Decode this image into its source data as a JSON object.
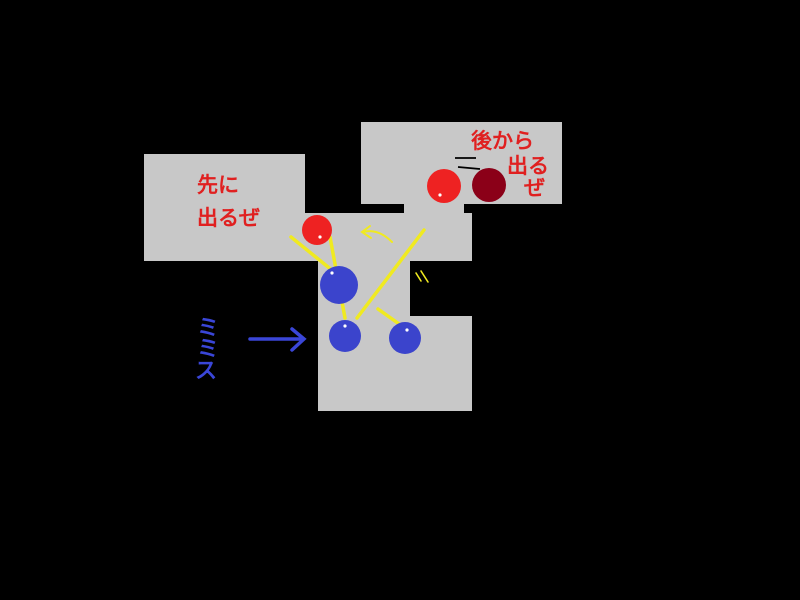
{
  "colors": {
    "background": "#000000",
    "room": "#c8c8c8",
    "enemy_red": "#ee2222",
    "enemy_dark": "#8b0018",
    "player_blue": "#3b44cc",
    "line_yellow": "#f0ea20",
    "note_red": "#e02020",
    "note_blue": "#3a46d8"
  },
  "notes": {
    "first_line1": "先に",
    "first_line2": "出るぜ",
    "later_line1": "後から",
    "later_line2": "出る",
    "later_line3": "ぜ",
    "miss_char1": "ミ",
    "miss_char2": "ミ",
    "miss_char3": "ス"
  },
  "units": {
    "enemy_first": "red-enemy",
    "enemy_later": "red-enemy",
    "enemy_hidden": "dark-red-enemy",
    "players": [
      "blue-unit",
      "blue-unit",
      "blue-unit"
    ]
  }
}
